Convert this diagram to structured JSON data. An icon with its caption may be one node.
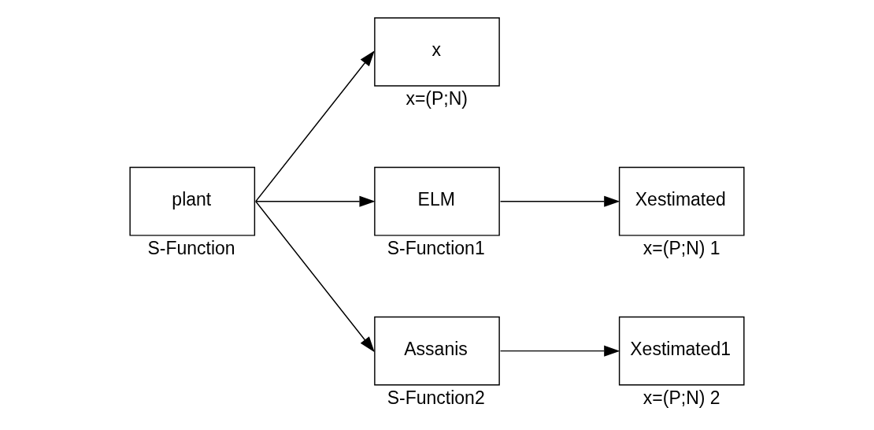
{
  "diagram": {
    "nodes": [
      {
        "text": [
          "plant"
        ],
        "beside": [
          "S-Function"
        ]
      },
      {
        "text": [
          "x"
        ],
        "beside": [
          "x=(P;N)"
        ]
      },
      {
        "text": [
          "ELM"
        ],
        "beside": [
          "S-Function1"
        ]
      },
      {
        "text": [
          "Xestimated"
        ],
        "beside": [
          "x=(P;N) 1"
        ]
      },
      {
        "text": [
          "Assanis"
        ],
        "beside": [
          "S-Function2"
        ]
      },
      {
        "text": [
          "Xestimated1"
        ],
        "beside": [
          "x=(P;N) 2"
        ]
      }
    ],
    "edges": [
      {
        "from": 0,
        "to": 1,
        "arrow": "to"
      },
      {
        "from": 0,
        "to": 2,
        "arrow": "to"
      },
      {
        "from": 0,
        "to": 4,
        "arrow": "to"
      },
      {
        "from": 2,
        "to": 3,
        "arrow": "to"
      },
      {
        "from": 4,
        "to": 5,
        "arrow": "to"
      }
    ]
  }
}
